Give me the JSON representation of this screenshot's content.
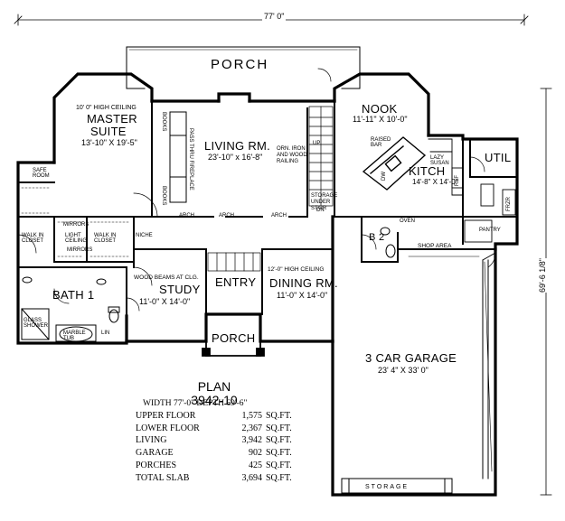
{
  "dimensions": {
    "overall_width": "77' 0\"",
    "overall_depth": "69'-6 1/8\""
  },
  "porch_top": "PORCH",
  "porch_entry": "PORCH",
  "rooms": {
    "master_ceiling": "10' 0\" HIGH CEILING",
    "master_name_1": "MASTER",
    "master_name_2": "SUITE",
    "master_dim": "13'-10\" X 19'-5\"",
    "living_name": "LIVING RM.",
    "living_dim": "23'-10\" x 16'-8\"",
    "nook_name": "NOOK",
    "nook_dim": "11'-11\" X 10'-0\"",
    "kitchen_name": "KITCH",
    "kitchen_dim": "14'-8\" X 14'-0\"",
    "util_name": "UTIL",
    "study_name": "STUDY",
    "study_dim": "11'-0\" X 14'-0\"",
    "study_note": "WOOD BEAMS AT CLG.",
    "entry_name": "ENTRY",
    "dining_name": "DINING RM.",
    "dining_dim": "11'-0\" X 14'-0\"",
    "dining_ceiling": "12'-0\" HIGH CEILING",
    "bath_name": "BATH 1",
    "garage_name": "3 CAR GARAGE",
    "garage_dim": "23' 4\" X 33' 0\"",
    "b2": "B 2",
    "storage": "STORAGE",
    "shop_area": "SHOP AREA",
    "pantry": "PANTRY"
  },
  "small_labels": {
    "safe_room": "SAFE ROOM",
    "walkin_closet": "WALK IN CLOSET",
    "walkin_closet_2": "WALK IN CLOSET",
    "light_ceiling": "LIGHT CEILING",
    "mirrors": "MIRRORS",
    "mirrors_2": "MIRRORS",
    "niche": "NICHE",
    "books": "BOOKS",
    "books_2": "BOOKS",
    "pass_thru": "PASS THRU FIREPLACE",
    "arch_1": "ARCH",
    "arch_2": "ARCH",
    "arch_3": "ARCH",
    "orn_iron": "ORN. IRON AND WOOD RAILING",
    "storage_under_stair": "STORAGE UNDER STAIR",
    "raised_bar": "RAISED BAR",
    "lazy_susan": "LAZY SUSAN",
    "oven": "OVEN",
    "ref": "REF",
    "dw": "DW",
    "freezer": "FRZR",
    "glass_shower": "GLASS SHOWER",
    "marble_tub": "MARBLE TUB",
    "lin": "LIN",
    "up": "UP",
    "down": "DN"
  },
  "plan_label": "PLAN",
  "plan_number": "3942-10",
  "width_depth": "WIDTH 77'-0\"   DEPTH 69'-6\"",
  "stats": [
    {
      "label": "UPPER FLOOR",
      "value": "1,575",
      "unit": "SQ.FT."
    },
    {
      "label": "LOWER FLOOR",
      "value": "2,367",
      "unit": "SQ.FT."
    },
    {
      "label": "LIVING",
      "value": "3,942",
      "unit": "SQ.FT."
    },
    {
      "label": "GARAGE",
      "value": "902",
      "unit": "SQ.FT."
    },
    {
      "label": "PORCHES",
      "value": "425",
      "unit": "SQ.FT."
    },
    {
      "label": "TOTAL SLAB",
      "value": "3,694",
      "unit": "SQ.FT."
    }
  ]
}
